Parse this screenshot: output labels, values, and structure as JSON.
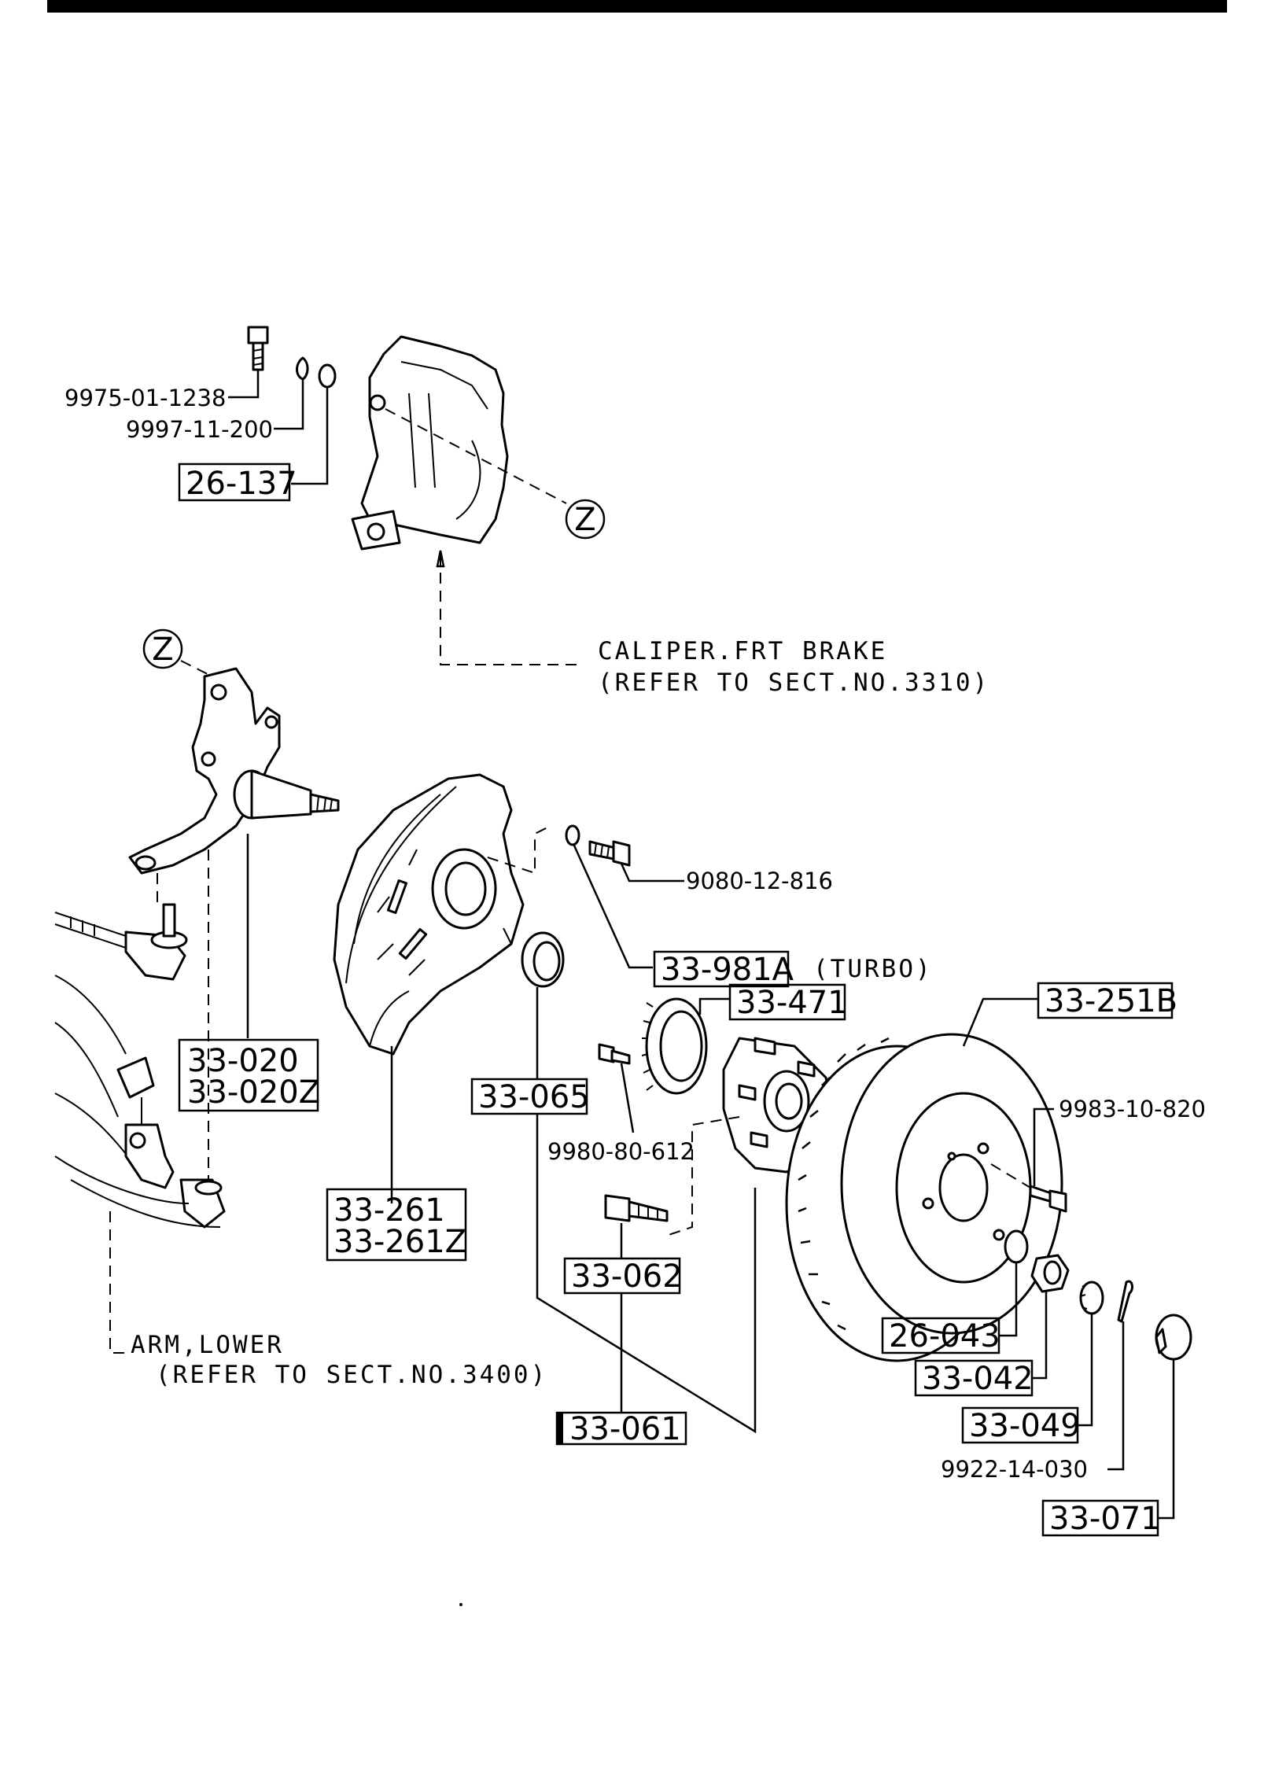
{
  "callouts": {
    "z_top": "Z",
    "z_left": "Z"
  },
  "references": {
    "caliper_line1": "CALIPER.FRT BRAKE",
    "caliper_line2": "(REFER TO SECT.NO.3310)",
    "arm_line1": "ARM,LOWER",
    "arm_line2": "(REFER TO SECT.NO.3400)",
    "turbo_note": "(TURBO)"
  },
  "parts": {
    "p9975_01_1238": "9975-01-1238",
    "p9997_11_200": "9997-11-200",
    "p26_137": "26-137",
    "p9080_12_816": "9080-12-816",
    "p33_981A": "33-981A",
    "p33_471": "33-471",
    "p33_251B": "33-251B",
    "p9983_10_820": "9983-10-820",
    "p33_020": "33-020",
    "p33_020Z": "33-020Z",
    "p33_065": "33-065",
    "p9980_80_612": "9980-80-612",
    "p33_261": "33-261",
    "p33_261Z": "33-261Z",
    "p33_062": "33-062",
    "p33_061": "33-061",
    "p26_043": "26-043",
    "p33_042": "33-042",
    "p33_049": "33-049",
    "p9922_14_030": "9922-14-030",
    "p33_071": "33-071"
  }
}
